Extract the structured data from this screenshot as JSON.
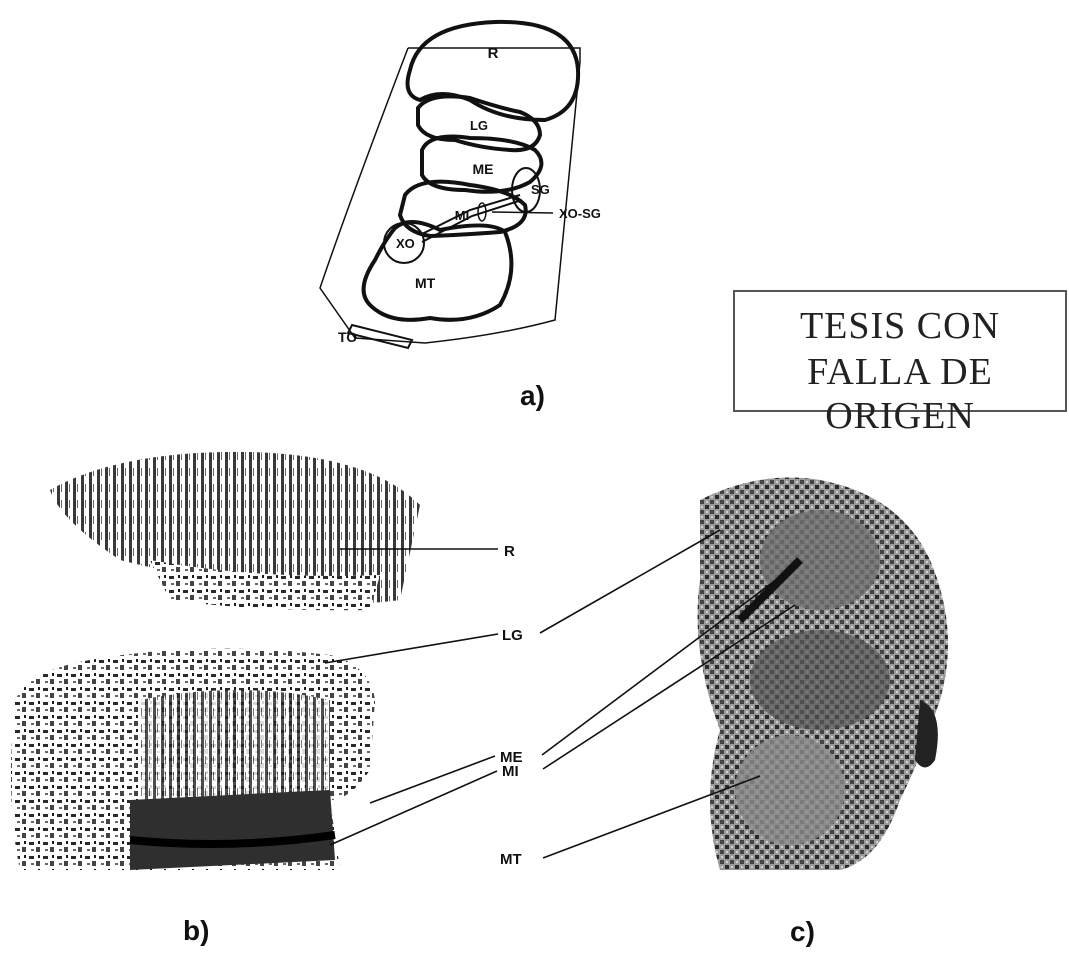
{
  "diagram_a": {
    "labels": {
      "R": "R",
      "LG": "LG",
      "ME": "ME",
      "MI": "MI",
      "SG": "SG",
      "XO_SG": "XO-SG",
      "XO": "XO",
      "MT": "MT",
      "TO": "TO"
    },
    "caption": "a)"
  },
  "stamp": {
    "line1": "TESIS CON",
    "line2": "FALLA DE ORIGEN"
  },
  "micrographs": {
    "labels": [
      "R",
      "LG",
      "ME",
      "MI",
      "MT"
    ],
    "caption_b": "b)",
    "caption_c": "c)"
  }
}
